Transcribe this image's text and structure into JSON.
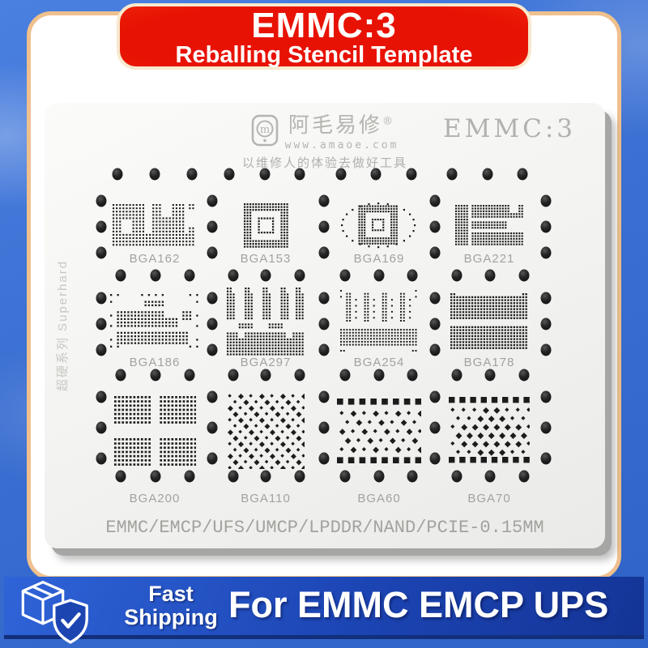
{
  "page": {
    "background_color": "#3b6fd2"
  },
  "top_banner": {
    "title": "EMMC:3",
    "subtitle": "Reballing Stencil Template",
    "core_color": "#e81204",
    "edge_color": "#ff7c1e",
    "border_color": "#f7e9ce"
  },
  "stencil": {
    "brand": {
      "logo_icon": "amaoe-m-logo",
      "logo_text": "阿毛易修",
      "reg_mark": "®",
      "website": "www.amaoe.com",
      "slogan": "以维修人的体验去做好工具"
    },
    "model_label": "EMMC:3",
    "side_label": "超硬系列 Superhard",
    "bottom_label": "EMMC/EMCP/UFS/UMCP/LPDDR/NAND/PCIE-0.15MM",
    "cells": [
      {
        "label": "BGA162",
        "pattern": "irregular-dot-block"
      },
      {
        "label": "BGA153",
        "pattern": "square-ring-grid"
      },
      {
        "label": "BGA169",
        "pattern": "square-ring-dotted-circle"
      },
      {
        "label": "BGA221",
        "pattern": "bar-stack"
      },
      {
        "label": "BGA186",
        "pattern": "frame-step-blocks"
      },
      {
        "label": "BGA297",
        "pattern": "comb-columns-slab"
      },
      {
        "label": "BGA254",
        "pattern": "sparse-combs-slab"
      },
      {
        "label": "BGA178",
        "pattern": "double-row-slab"
      },
      {
        "label": "BGA200",
        "pattern": "four-dot-blocks"
      },
      {
        "label": "BGA110",
        "pattern": "diamond-lattice"
      },
      {
        "label": "BGA60",
        "pattern": "squares-and-diamonds"
      },
      {
        "label": "BGA70",
        "pattern": "squares-dense-diamonds"
      }
    ]
  },
  "bottom_banner": {
    "shipping_line1": "Fast",
    "shipping_line2": "Shipping",
    "headline": "For EMMC EMCP UPS",
    "icons": [
      "package-box-icon",
      "shield-check-icon"
    ],
    "bg_from": "#2f64d8",
    "bg_to": "#143496"
  }
}
